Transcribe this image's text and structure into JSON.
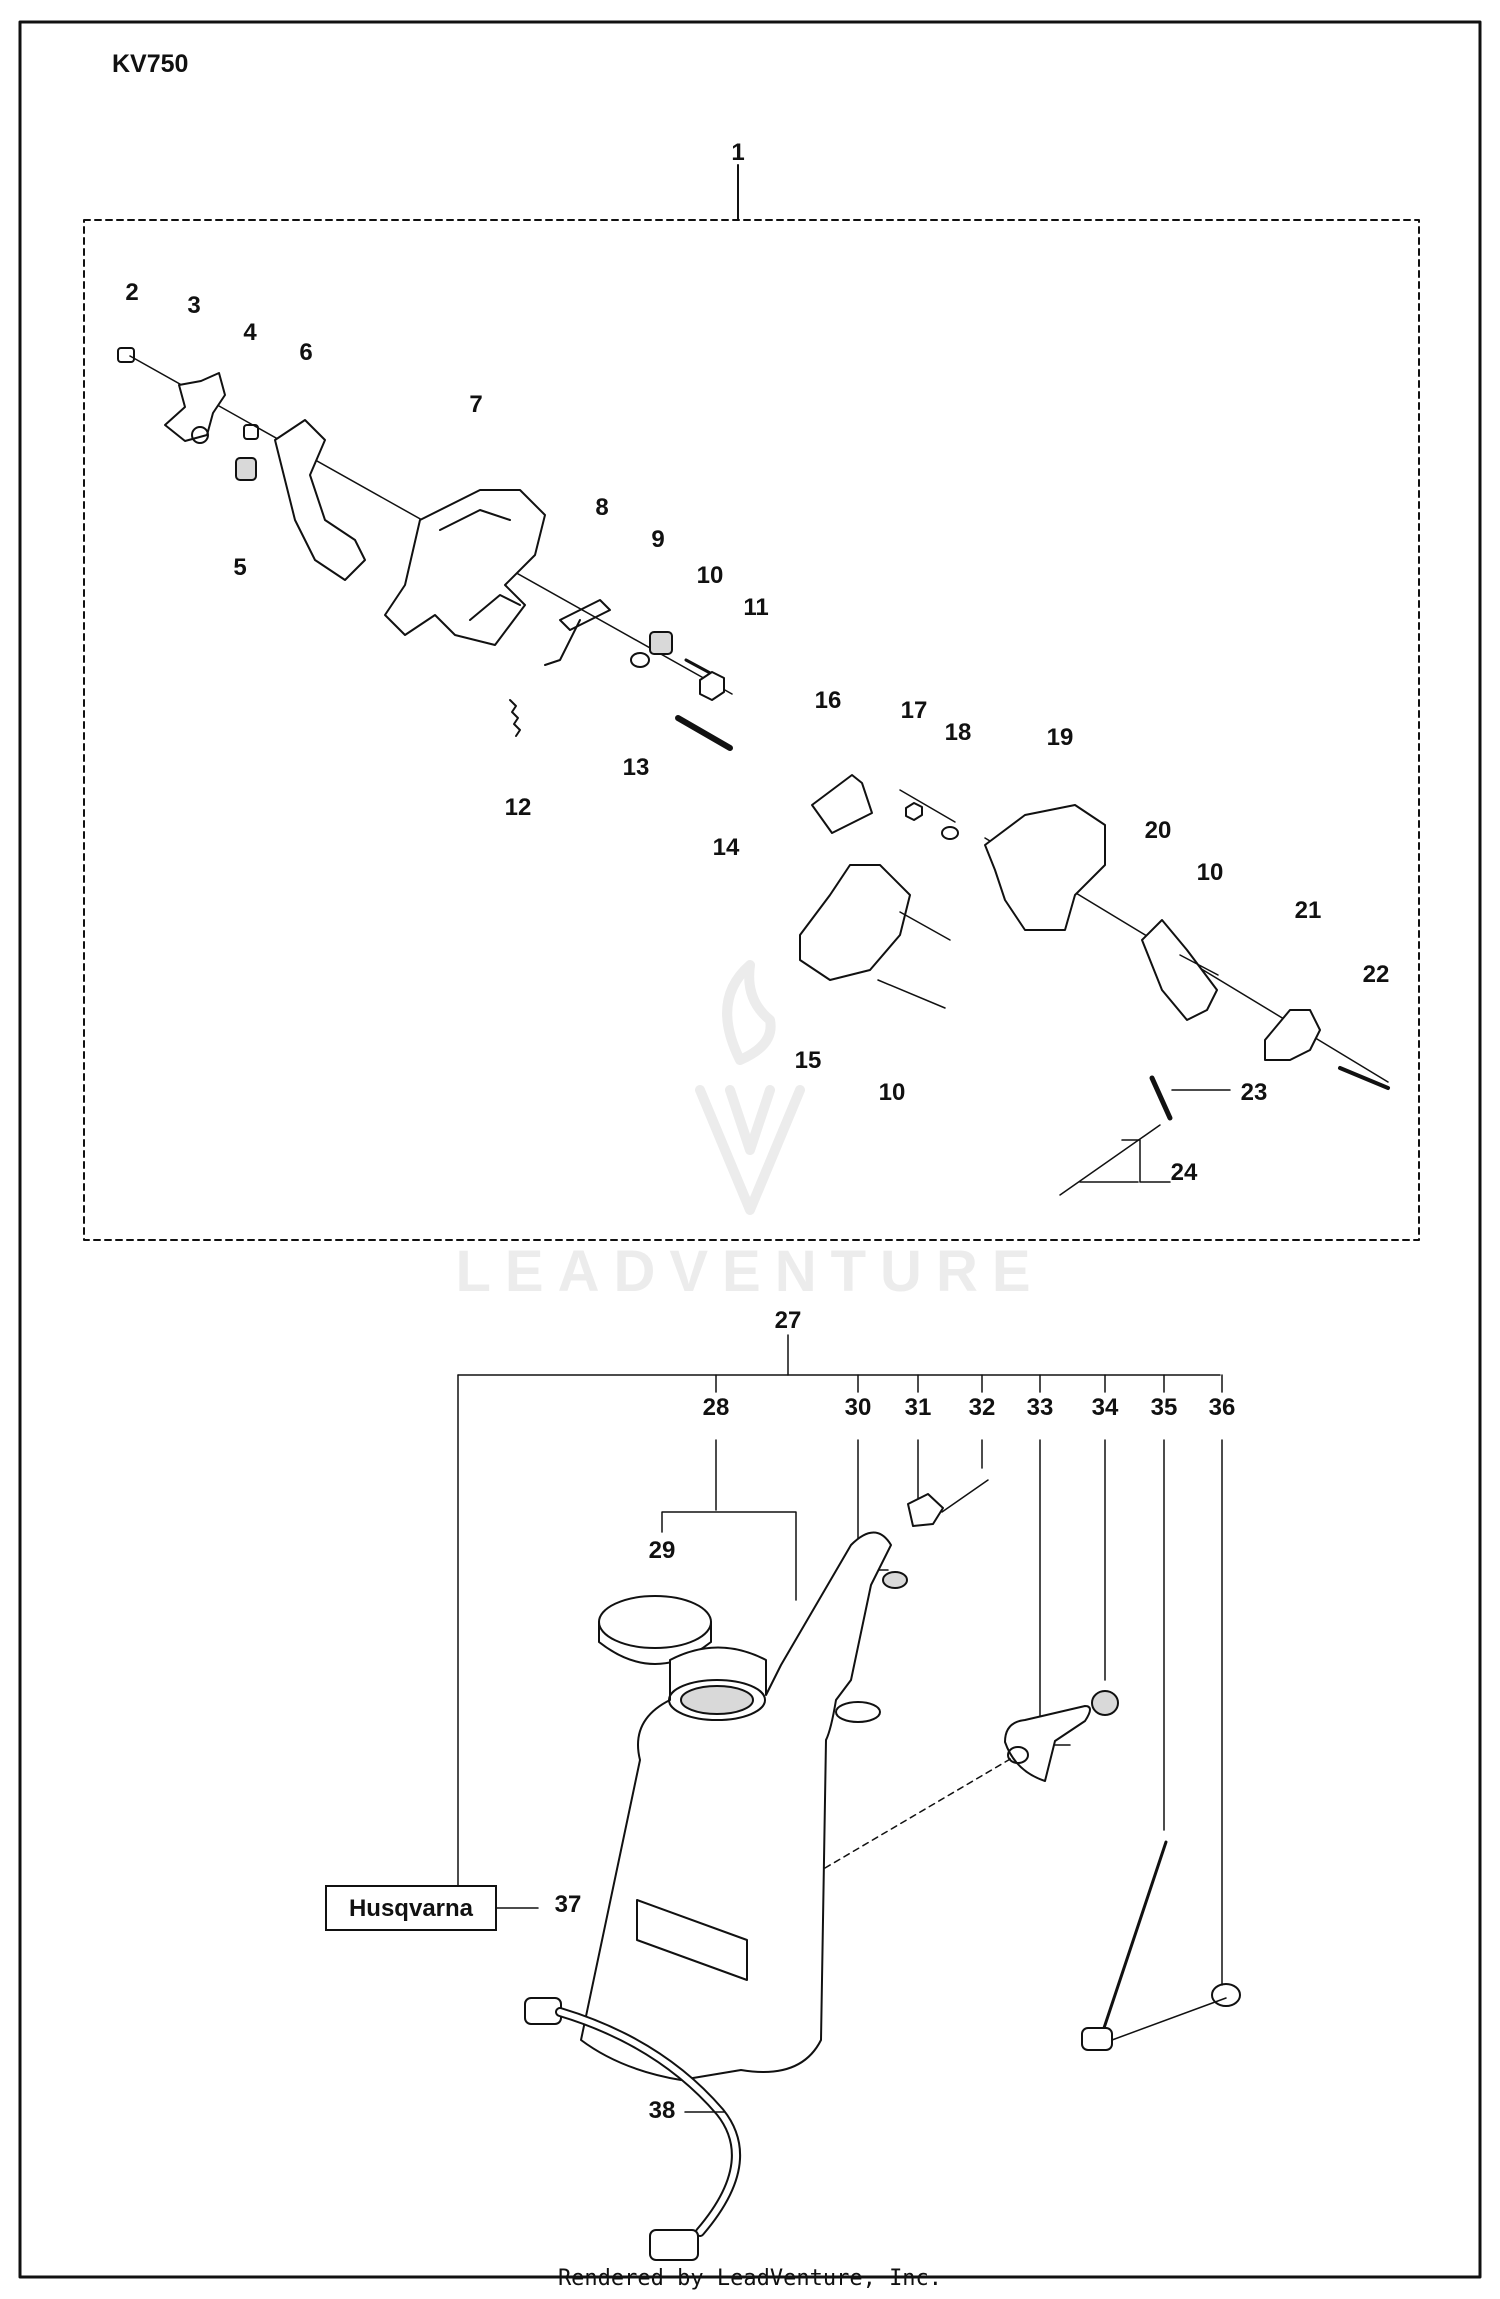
{
  "page": {
    "model": "KV750",
    "footer": "Rendered by LeadVenture, Inc.",
    "watermark": "LEADVENTURE",
    "brand_label": "Husqvarna"
  },
  "callouts": [
    {
      "id": "1",
      "label": "1"
    },
    {
      "id": "2",
      "label": "2"
    },
    {
      "id": "3",
      "label": "3"
    },
    {
      "id": "4",
      "label": "4"
    },
    {
      "id": "5",
      "label": "5"
    },
    {
      "id": "6",
      "label": "6"
    },
    {
      "id": "7",
      "label": "7"
    },
    {
      "id": "8",
      "label": "8"
    },
    {
      "id": "9",
      "label": "9"
    },
    {
      "id": "10a",
      "label": "10"
    },
    {
      "id": "11",
      "label": "11"
    },
    {
      "id": "12",
      "label": "12"
    },
    {
      "id": "13",
      "label": "13"
    },
    {
      "id": "14",
      "label": "14"
    },
    {
      "id": "15",
      "label": "15"
    },
    {
      "id": "10b",
      "label": "10"
    },
    {
      "id": "16",
      "label": "16"
    },
    {
      "id": "17",
      "label": "17"
    },
    {
      "id": "18",
      "label": "18"
    },
    {
      "id": "19",
      "label": "19"
    },
    {
      "id": "20",
      "label": "20"
    },
    {
      "id": "10c",
      "label": "10"
    },
    {
      "id": "21",
      "label": "21"
    },
    {
      "id": "22",
      "label": "22"
    },
    {
      "id": "23",
      "label": "23"
    },
    {
      "id": "24",
      "label": "24"
    },
    {
      "id": "27",
      "label": "27"
    },
    {
      "id": "28",
      "label": "28"
    },
    {
      "id": "29",
      "label": "29"
    },
    {
      "id": "30",
      "label": "30"
    },
    {
      "id": "31",
      "label": "31"
    },
    {
      "id": "32",
      "label": "32"
    },
    {
      "id": "33",
      "label": "33"
    },
    {
      "id": "34",
      "label": "34"
    },
    {
      "id": "35",
      "label": "35"
    },
    {
      "id": "36",
      "label": "36"
    },
    {
      "id": "37",
      "label": "37"
    },
    {
      "id": "38",
      "label": "38"
    }
  ],
  "colors": {
    "line": "#111111",
    "part_fill": "#ffffff",
    "shade": "#d9d9d9",
    "watermark": "#ececec"
  }
}
